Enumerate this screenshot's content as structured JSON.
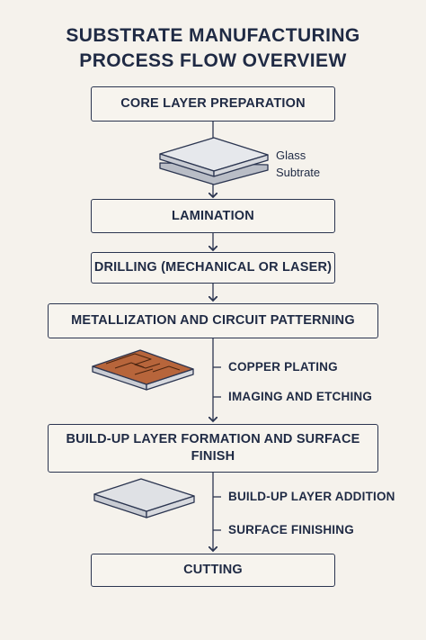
{
  "title": {
    "line1": "SUBSTRATE MANUFACTURING",
    "line2": "PROCESS FLOW OVERVIEW"
  },
  "steps": [
    "CORE LAYER PREPARATION",
    "LAMINATION",
    "DRILLING (MECHANICAL OR LASER)",
    "METALLIZATION AND CIRCUIT PATTERNING",
    "BUILD-UP LAYER FORMATION AND SURFACE FINISH",
    "CUTTING"
  ],
  "annotations": {
    "glass_line1": "Glass",
    "glass_line2": "Subtrate",
    "copper_plating": "COPPER PLATING",
    "imaging_etching": "IMAGING AND ETCHING",
    "buildup_addition": "BUILD-UP LAYER ADDITION",
    "surface_finishing": "SURFACE FINISHING"
  },
  "colors": {
    "ink": "#1f2a44",
    "background": "#f5f2ec",
    "copper": "#b7653b",
    "glass": "#dfe1e5"
  }
}
